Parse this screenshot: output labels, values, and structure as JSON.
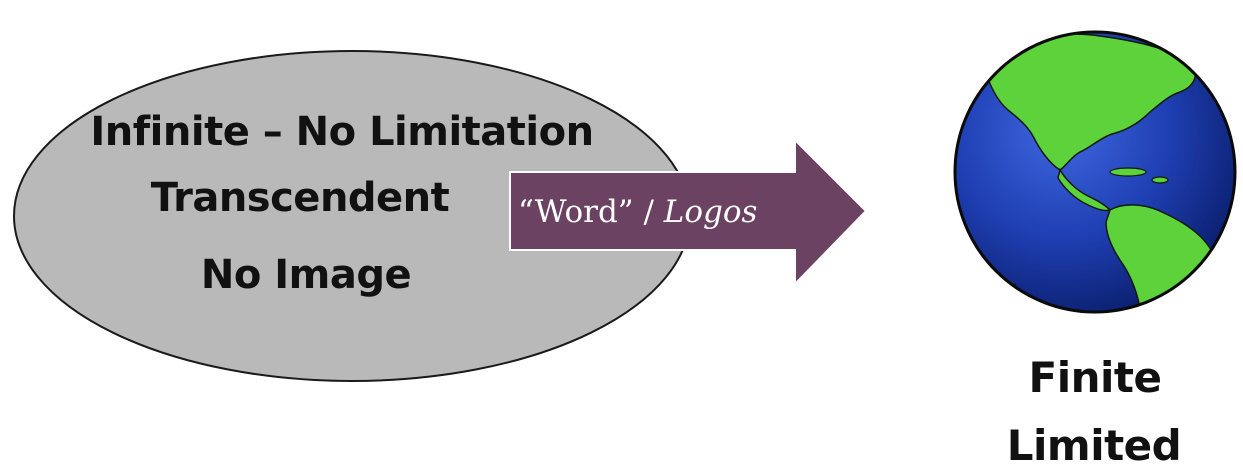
{
  "diagram": {
    "source": {
      "lines": [
        "Infinite – No Limitation",
        "Transcendent",
        "No Image"
      ],
      "fill_color": "#b9b9b9",
      "stroke_color": "#1a1a1a"
    },
    "arrow": {
      "label_quote": "“Word” / ",
      "label_term": "Logos",
      "fill_color": "#6b4262"
    },
    "target": {
      "icon": "earth-globe-icon",
      "ocean_color": "#1f3fb3",
      "land_color": "#5dd23a",
      "lines": [
        "Finite",
        "Limited"
      ]
    }
  }
}
